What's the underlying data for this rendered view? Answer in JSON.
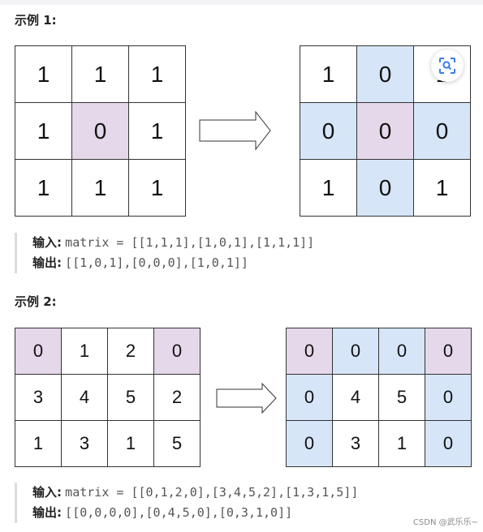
{
  "example1": {
    "heading": "示例 1:",
    "input_grid": [
      [
        "1",
        "1",
        "1"
      ],
      [
        "1",
        "0",
        "1"
      ],
      [
        "1",
        "1",
        "1"
      ]
    ],
    "output_grid": [
      [
        "1",
        "0",
        "1"
      ],
      [
        "0",
        "0",
        "0"
      ],
      [
        "1",
        "0",
        "1"
      ]
    ],
    "input_label": "输入:",
    "input_code": "matrix = [[1,1,1],[1,0,1],[1,1,1]]",
    "output_label": "输出:",
    "output_code": "[[1,0,1],[0,0,0],[1,0,1]]"
  },
  "example2": {
    "heading": "示例 2:",
    "input_grid": [
      [
        "0",
        "1",
        "2",
        "0"
      ],
      [
        "3",
        "4",
        "5",
        "2"
      ],
      [
        "1",
        "3",
        "1",
        "5"
      ]
    ],
    "output_grid": [
      [
        "0",
        "0",
        "0",
        "0"
      ],
      [
        "0",
        "4",
        "5",
        "0"
      ],
      [
        "0",
        "3",
        "1",
        "0"
      ]
    ],
    "input_label": "输入:",
    "input_code": "matrix = [[0,1,2,0],[3,4,5,2],[1,3,1,5]]",
    "output_label": "输出:",
    "output_code": "[[0,0,0,0],[0,4,5,0],[0,3,1,0]]"
  },
  "colors": {
    "zero_cell": "#e5d8ea",
    "zeroed_cell": "#d6e6f8"
  },
  "overlay": {
    "scan_button_icon": "scan-image-icon"
  },
  "watermark": "CSDN @武乐乐~"
}
